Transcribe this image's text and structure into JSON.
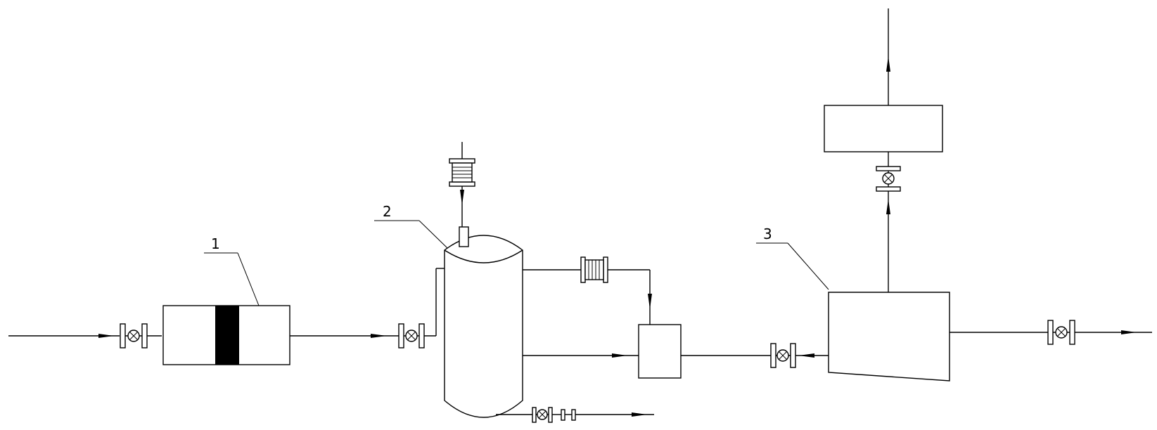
{
  "labels": {
    "item1": "1",
    "item2": "2",
    "item3": "3"
  },
  "colors": {
    "line": "#000000",
    "background": "#ffffff",
    "fill_block": "#000000"
  },
  "icons": {
    "valve": "gate-valve-icon",
    "arrow": "flow-arrow-icon",
    "coupling": "flexible-coupling-icon"
  }
}
